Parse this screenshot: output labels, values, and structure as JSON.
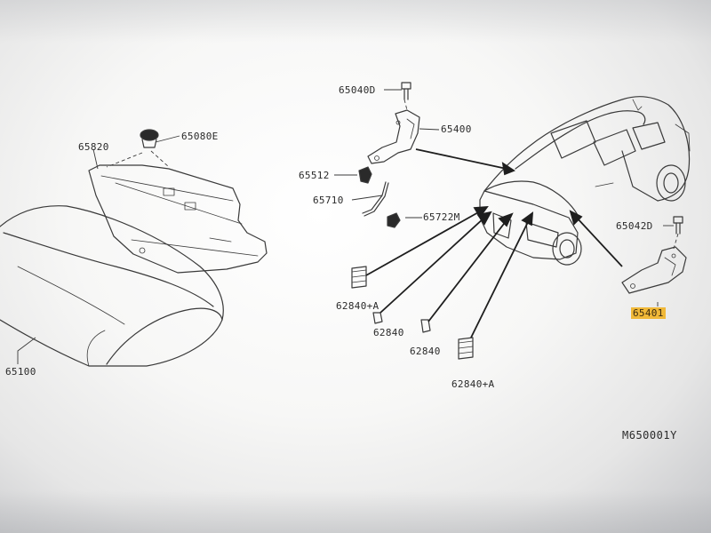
{
  "diagram": {
    "drawing_code": "M650001Y",
    "labels": {
      "hood_panel": "65100",
      "hood_insulator": "65820",
      "insulator_clip": "65080E",
      "hinge_bolt_left": "65040D",
      "hood_hinge_left": "65400",
      "hood_stay_clip": "65512",
      "hood_stay_rod": "65710",
      "stay_grommet": "65722M",
      "hinge_bolt_right": "65042D",
      "hood_hinge_right": "65401",
      "bumper_left_a": "62840+A",
      "bumper_left": "62840",
      "bumper_center": "62840",
      "bumper_right_a": "62840+A"
    }
  }
}
